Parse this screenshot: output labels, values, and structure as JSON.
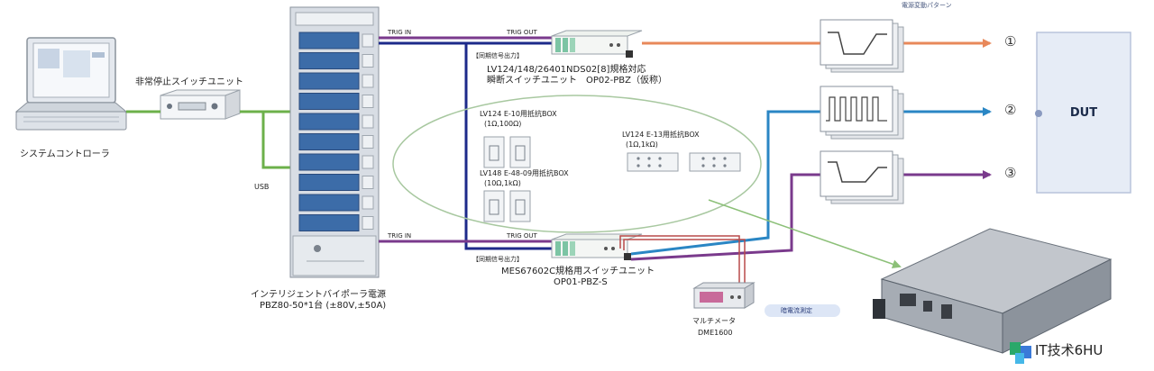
{
  "labels": {
    "laptop": "システムコントローラ",
    "estop": "非常停止スイッチユニット",
    "usb": "USB",
    "psu_line1": "インテリジェントバイポーラ電源",
    "psu_line2": "PBZ80-50*1台 (±80V,±50A)",
    "trig_in_top": "TRIG IN",
    "trig_out_top": "TRIG OUT",
    "sync_top": "【同期信号出力】",
    "sw1_line1": "LV124/148/26401NDS02[8]規格対応",
    "sw1_line2": "瞬断スイッチユニット　OP02-PBZ（仮称）",
    "box1_line1": "LV124 E-10用抵抗BOX",
    "box1_line2": "(1Ω,100Ω)",
    "box2_line1": "LV124 E-13用抵抗BOX",
    "box2_line2": "(1Ω,1kΩ)",
    "box3_line1": "LV148 E-48-09用抵抗BOX",
    "box3_line2": "(10Ω,1kΩ)",
    "trig_in_bot": "TRIG IN",
    "trig_out_bot": "TRIG OUT",
    "sync_bot": "【同期信号出力】",
    "sw2_line1": "MES67602C規格用スイッチユニット",
    "sw2_line2": "OP01-PBZ-S",
    "dmm_line1": "マルチメータ",
    "dmm_line2": "DME1600",
    "measure_badge": "暗電流測定",
    "waveform_caption": "電源変動パターン",
    "dut": "DUT",
    "out1": "①",
    "out2": "②",
    "out3": "③",
    "watermark": "IT技术6HU"
  },
  "colors": {
    "orange": "#e8885a",
    "blue": "#2a86c4",
    "purple": "#7a3a8c",
    "navy": "#1d2a8a",
    "green": "#6cb04a",
    "dut_fill": "#e6ecf6",
    "dut_border": "#b8c4dc",
    "ellipse": "#a8c8a0",
    "rack": "#d8dde4",
    "rack_module": "#3c6ca8"
  }
}
